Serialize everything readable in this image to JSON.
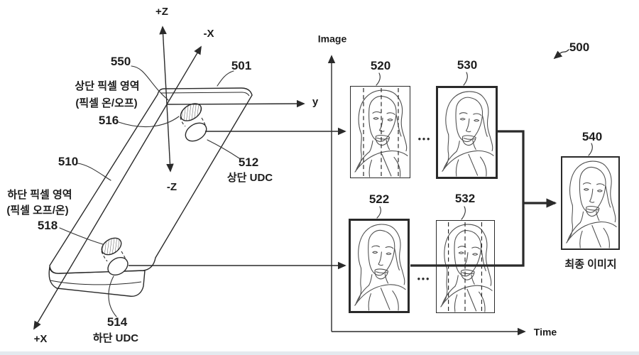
{
  "figure": {
    "ref": "500",
    "ellipsis": "•••",
    "final_caption": "최종 이미지"
  },
  "axes3d": {
    "plus_z": "+Z",
    "minus_z": "-Z",
    "minus_x": "-X",
    "plus_x": "+X",
    "y_axis": "y"
  },
  "plot_axes": {
    "vertical": "Image",
    "horizontal": "Time"
  },
  "phone": {
    "ref": "501",
    "body_ref": "510",
    "screen_ref": "550",
    "top_region": {
      "ref": "516",
      "line1": "상단 픽셀 영역",
      "line2": "(픽셀 온/오프)"
    },
    "bottom_region": {
      "ref": "518",
      "line1": "하단 픽셀 영역",
      "line2": "(픽셀 오프/온)"
    },
    "top_udc": {
      "ref": "512",
      "label": "상단 UDC"
    },
    "bottom_udc": {
      "ref": "514",
      "label": "하단 UDC"
    }
  },
  "frames": {
    "top_first": "520",
    "top_last": "530",
    "bottom_first": "522",
    "bottom_last": "532",
    "final": "540"
  },
  "colors": {
    "line": "#2a2a2a",
    "sketch": "#4f4f4f",
    "background": "#ffffff",
    "text": "#1d1d1d"
  }
}
